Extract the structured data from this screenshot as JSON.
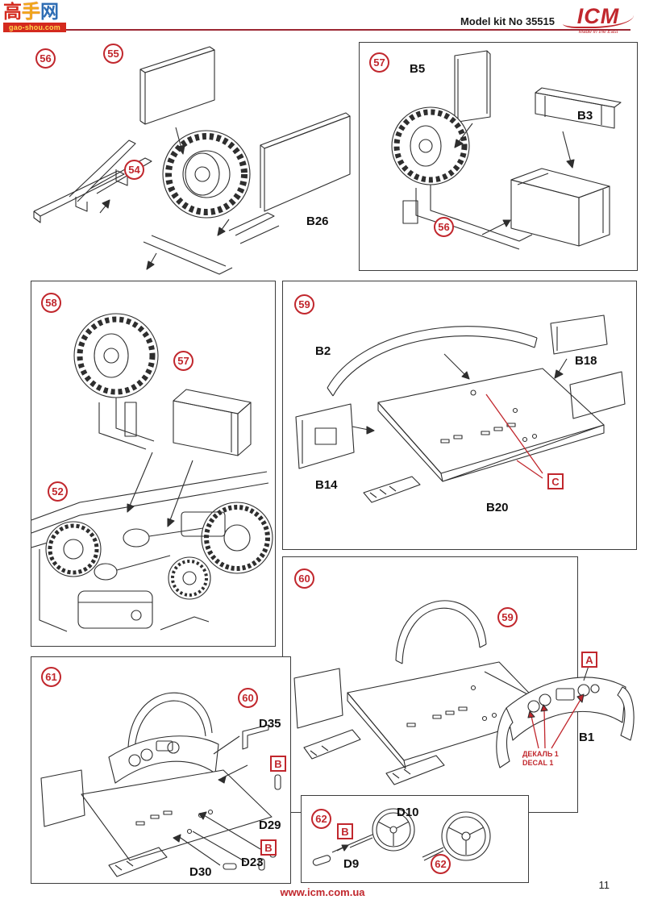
{
  "page": {
    "kit_no": "Model kit No 35515",
    "brand": "ICM",
    "brand_tagline": "Made in the East",
    "footer_url": "www.icm.com.ua",
    "page_number": "11",
    "watermark_c1": "高",
    "watermark_c2": "手",
    "watermark_c3": "网",
    "watermark_domain": "gao-shou.com"
  },
  "colors": {
    "accent": "#c1272d",
    "rule": "#9c2733",
    "ink": "#2e2e2e"
  },
  "steps": {
    "s56": {
      "number": "56",
      "ref_55": "55",
      "ref_54": "54",
      "part_b26": "B26"
    },
    "s57": {
      "number": "57",
      "part_b5": "B5",
      "part_b3": "B3",
      "ref_56": "56"
    },
    "s58": {
      "number": "58",
      "ref_57": "57",
      "ref_52": "52"
    },
    "s59": {
      "number": "59",
      "part_b2": "B2",
      "part_b18": "B18",
      "part_b14": "B14",
      "part_b20": "B20",
      "key_c": "C"
    },
    "s60": {
      "number": "60",
      "ref_59": "59",
      "key_a": "A",
      "part_b1": "B1",
      "decal_ru": "ДЕКАЛЬ 1",
      "decal_en": "DECAL 1"
    },
    "s61": {
      "number": "61",
      "ref_60": "60",
      "part_d35": "D35",
      "key_b_upper": "B",
      "part_d29": "D29",
      "key_b_lower": "B",
      "part_d23": "D23",
      "part_d30": "D30"
    },
    "s62": {
      "number": "62",
      "key_b": "B",
      "part_d10": "D10",
      "part_d9": "D9",
      "ref_62": "62"
    }
  }
}
